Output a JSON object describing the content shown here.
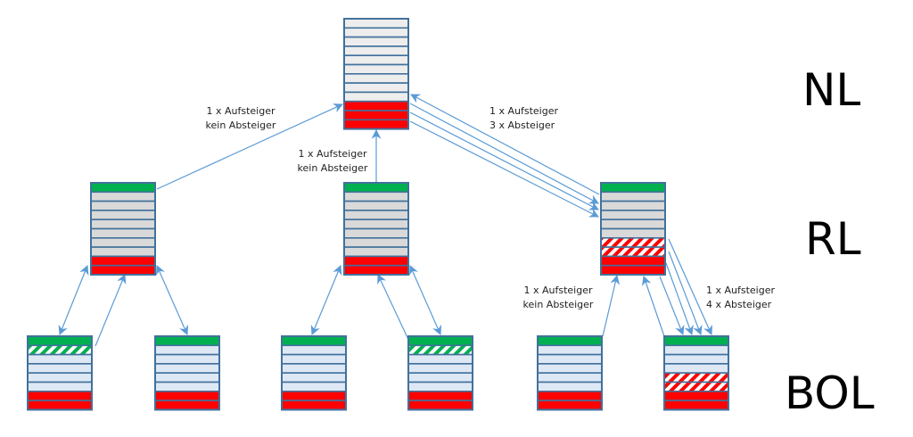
{
  "colors": {
    "border": "#41719c",
    "green": "#00b050",
    "red": "#ff0000",
    "gray": "#d9d9d9",
    "lightgray": "#ededed",
    "lightblue": "#dee8f5",
    "arrow": "#5b9bd5",
    "hatch_bg": "#ffffff"
  },
  "tiers": [
    {
      "id": "nl",
      "label": "NL"
    },
    {
      "id": "rl",
      "label": "RL"
    },
    {
      "id": "bol",
      "label": "BOL"
    }
  ],
  "leagues": [
    {
      "id": "nl",
      "tier": "NL",
      "rows": [
        "lightgray",
        "lightgray",
        "lightgray",
        "lightgray",
        "lightgray",
        "lightgray",
        "lightgray",
        "lightgray",
        "lightgray",
        "red",
        "red",
        "red"
      ]
    },
    {
      "id": "rl-left",
      "tier": "RL",
      "rows": [
        "green",
        "gray",
        "gray",
        "gray",
        "gray",
        "gray",
        "gray",
        "gray",
        "red",
        "red"
      ]
    },
    {
      "id": "rl-middle",
      "tier": "RL",
      "rows": [
        "green",
        "gray",
        "gray",
        "gray",
        "gray",
        "gray",
        "gray",
        "gray",
        "red",
        "red"
      ]
    },
    {
      "id": "rl-right",
      "tier": "RL",
      "rows": [
        "green",
        "gray",
        "gray",
        "gray",
        "gray",
        "gray",
        "red-hatch",
        "red-hatch",
        "red",
        "red"
      ]
    },
    {
      "id": "bol-1",
      "tier": "BOL",
      "rows": [
        "green",
        "green-hatch",
        "lightblue",
        "lightblue",
        "lightblue",
        "lightblue",
        "red",
        "red"
      ]
    },
    {
      "id": "bol-2",
      "tier": "BOL",
      "rows": [
        "green",
        "lightblue",
        "lightblue",
        "lightblue",
        "lightblue",
        "lightblue",
        "red",
        "red"
      ]
    },
    {
      "id": "bol-3",
      "tier": "BOL",
      "rows": [
        "green",
        "lightblue",
        "lightblue",
        "lightblue",
        "lightblue",
        "lightblue",
        "red",
        "red"
      ]
    },
    {
      "id": "bol-4",
      "tier": "BOL",
      "rows": [
        "green",
        "green-hatch",
        "lightblue",
        "lightblue",
        "lightblue",
        "lightblue",
        "red",
        "red"
      ]
    },
    {
      "id": "bol-5",
      "tier": "BOL",
      "rows": [
        "green",
        "lightblue",
        "lightblue",
        "lightblue",
        "lightblue",
        "lightblue",
        "red",
        "red"
      ]
    },
    {
      "id": "bol-6",
      "tier": "BOL",
      "rows": [
        "green",
        "lightblue",
        "lightblue",
        "lightblue",
        "red-hatch",
        "red-hatch",
        "red",
        "red"
      ]
    }
  ],
  "annotations": [
    {
      "id": "rl-left-to-nl",
      "lines": [
        "1 x Aufsteiger",
        "kein Absteiger"
      ]
    },
    {
      "id": "rl-middle-to-nl",
      "lines": [
        "1 x Aufsteiger",
        "kein Absteiger"
      ]
    },
    {
      "id": "rl-right-to-nl",
      "lines": [
        "1 x Aufsteiger",
        "3 x Absteiger"
      ]
    },
    {
      "id": "bol-5-to-rl-right",
      "lines": [
        "1 x Aufsteiger",
        "kein Absteiger"
      ]
    },
    {
      "id": "bol-6-to-rl-right",
      "lines": [
        "1 x Aufsteiger",
        "4 x Absteiger"
      ]
    }
  ]
}
